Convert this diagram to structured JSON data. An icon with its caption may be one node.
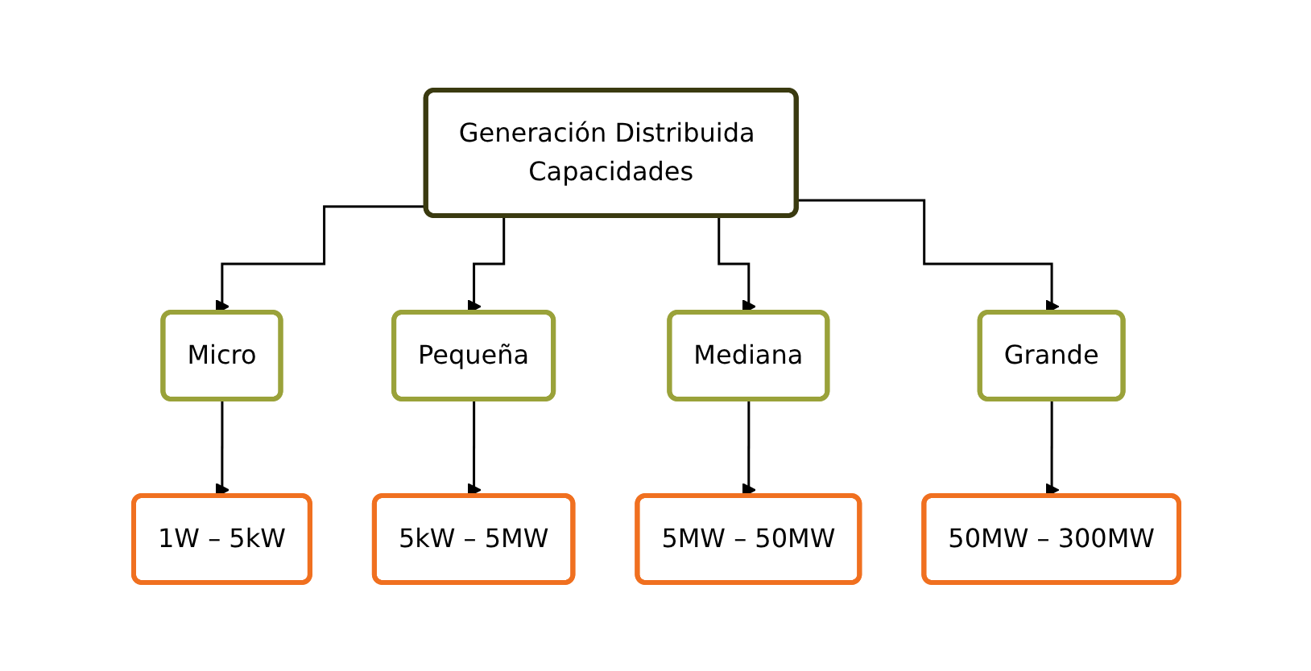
{
  "diagram": {
    "nodes": [
      {
        "text": [
          "Generación Distribuida Capacidades"
        ]
      },
      {
        "text": [
          "Micro"
        ]
      },
      {
        "text": [
          "Pequeña"
        ]
      },
      {
        "text": [
          "Mediana"
        ]
      },
      {
        "text": [
          "Grande"
        ]
      },
      {
        "text": [
          "1W – 5kW"
        ]
      },
      {
        "text": [
          "5kW – 5MW"
        ]
      },
      {
        "text": [
          "5MW – 50MW"
        ]
      },
      {
        "text": [
          "50MW – 300MW"
        ]
      }
    ],
    "edges": [
      {
        "from": 0,
        "to": 1,
        "arrow": "to"
      },
      {
        "from": 0,
        "to": 2,
        "arrow": "to"
      },
      {
        "from": 0,
        "to": 3,
        "arrow": "to"
      },
      {
        "from": 0,
        "to": 4,
        "arrow": "to"
      },
      {
        "from": 1,
        "to": 5,
        "arrow": "to"
      },
      {
        "from": 2,
        "to": 6,
        "arrow": "to"
      },
      {
        "from": 3,
        "to": 7,
        "arrow": "to"
      },
      {
        "from": 4,
        "to": 8,
        "arrow": "to"
      }
    ]
  }
}
